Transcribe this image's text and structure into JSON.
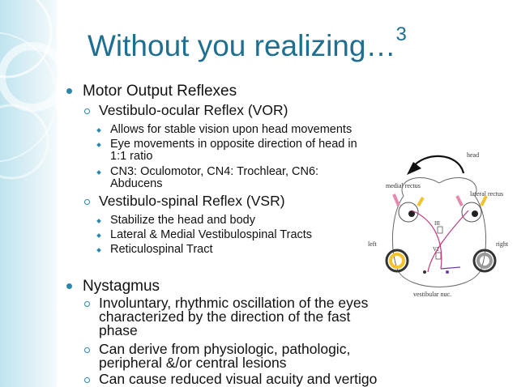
{
  "slide": {
    "title": "Without you realizing…",
    "title_superscript": "3",
    "accent_color": "#1f6f91"
  },
  "bullets": {
    "motor": "Motor Output Reflexes",
    "vor": "Vestibulo-ocular Reflex (VOR)",
    "vor_1": "Allows for stable vision upon head movements",
    "vor_2_line1": "Eye movements in opposite direction of head in",
    "vor_2_line2": "1:1 ratio",
    "vor_3_line1": "CN3: Oculomotor, CN4: Trochlear, CN6:",
    "vor_3_line2": "Abducens",
    "vsr": "Vestibulo-spinal Reflex (VSR)",
    "vsr_1": "Stabilize the head and body",
    "vsr_2": "Lateral & Medial Vestibulospinal Tracts",
    "vsr_3": "Reticulospinal Tract",
    "nystagmus": "Nystagmus",
    "nys_1_line1": "Involuntary, rhythmic oscillation of the eyes",
    "nys_1_line2": "characterized by the direction of the fast",
    "nys_1_line3": "phase",
    "nys_2_line1": "Can derive from physiologic, pathologic,",
    "nys_2_line2": "peripheral &/or central lesions",
    "nys_3": "Can cause reduced visual acuity and vertigo"
  },
  "diagram": {
    "head": "head",
    "medial_rectus": "medial rectus",
    "lateral_rectus": "lateral rectus",
    "left": "left",
    "right": "right",
    "cn3": "III",
    "cn6": "VI",
    "vestibular_nuc": "vestibular nuc."
  }
}
